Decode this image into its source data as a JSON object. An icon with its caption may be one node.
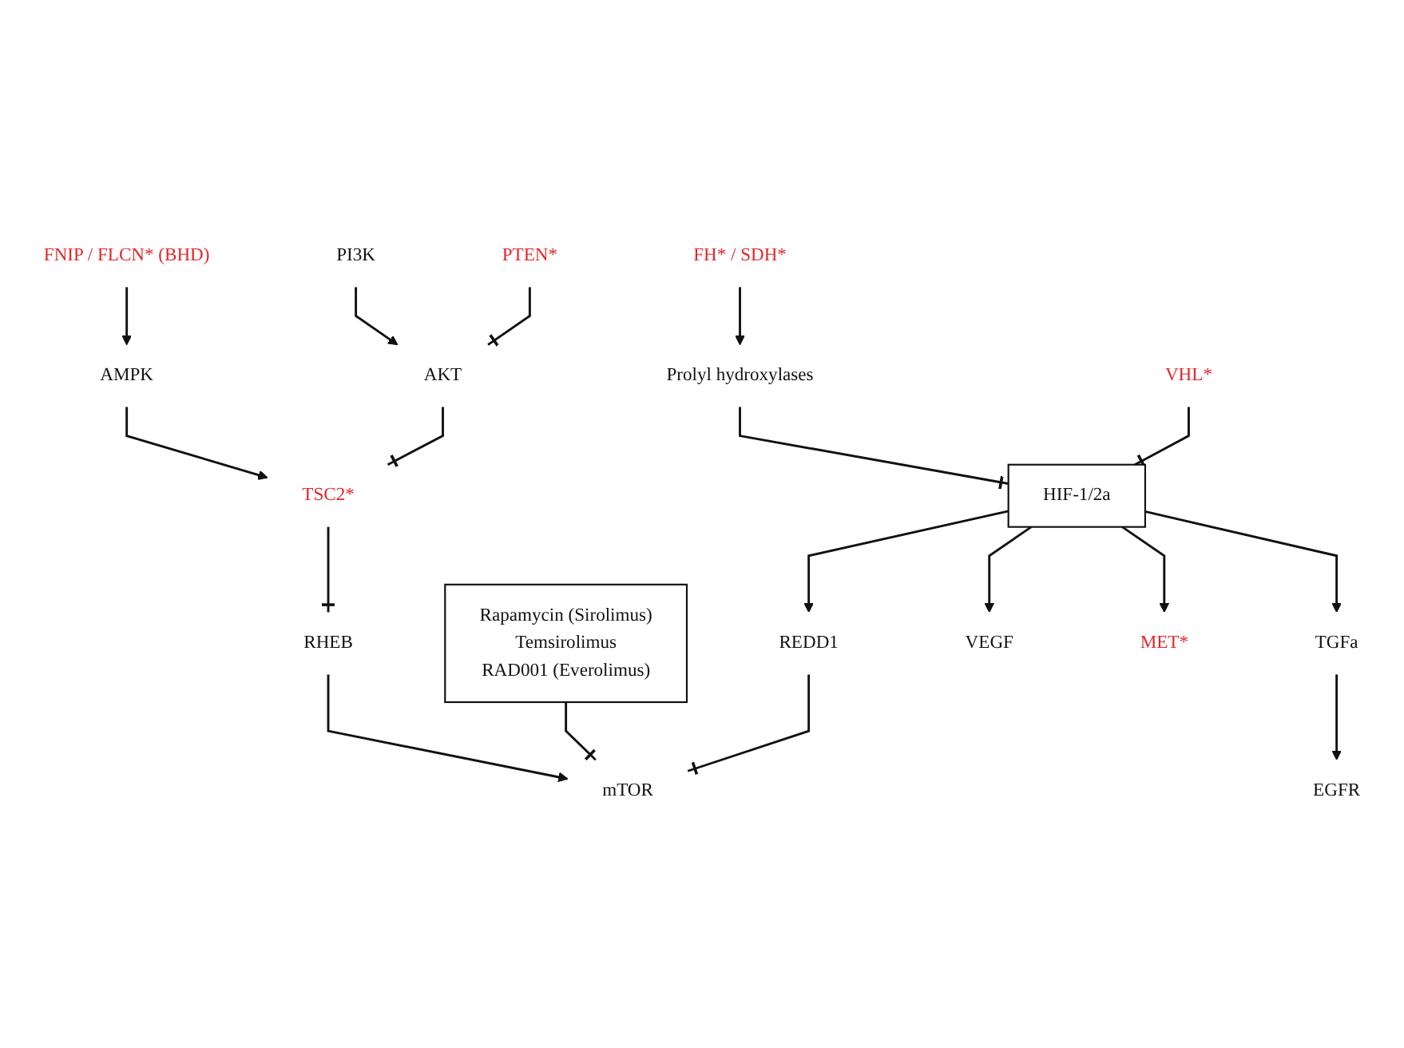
{
  "diagram": {
    "nodes": [
      {
        "text": [
          "FNIP / FLCN* (BHD)"
        ]
      },
      {
        "text": [
          "AMPK"
        ]
      },
      {
        "text": [
          "PI3K"
        ]
      },
      {
        "text": [
          "AKT"
        ]
      },
      {
        "text": [
          "TSC2*"
        ]
      },
      {
        "text": [
          "RHEB"
        ]
      },
      {
        "text": [
          "mTOR"
        ]
      },
      {
        "text": [
          "Rapamycin (Sirolimus)",
          "Temsirolimus",
          "RAD001 (Everolimus)"
        ]
      },
      {
        "text": [
          "PTEN*"
        ]
      },
      {
        "text": [
          "FH* / SDH*"
        ]
      },
      {
        "text": [
          "Prolyl hydroxylases"
        ]
      },
      {
        "text": [
          "REDD1"
        ]
      },
      {
        "text": [
          "VHL*"
        ]
      },
      {
        "text": [
          "HIF-1/2a"
        ]
      },
      {
        "text": [
          "VEGF"
        ]
      },
      {
        "text": [
          "MET*"
        ]
      },
      {
        "text": [
          "TGFa"
        ]
      },
      {
        "text": [
          "EGFR"
        ]
      }
    ],
    "edges": [
      {
        "from": 0,
        "to": 1,
        "arrow": "to"
      },
      {
        "from": 1,
        "to": 4,
        "arrow": "to"
      },
      {
        "from": 2,
        "to": 3,
        "arrow": "to"
      },
      {
        "from": 3,
        "to": 4,
        "arrow": "other"
      },
      {
        "from": 4,
        "to": 5,
        "arrow": "other"
      },
      {
        "from": 5,
        "to": 6,
        "arrow": "to"
      },
      {
        "from": 7,
        "to": 6,
        "arrow": "other"
      },
      {
        "from": 8,
        "to": 3,
        "arrow": "other"
      },
      {
        "from": 9,
        "to": 10,
        "arrow": "to"
      },
      {
        "from": 10,
        "to": 13,
        "arrow": "other"
      },
      {
        "from": 13,
        "to": 11,
        "arrow": "to"
      },
      {
        "from": 11,
        "to": 6,
        "arrow": "other"
      },
      {
        "from": 12,
        "to": 13,
        "arrow": "other"
      },
      {
        "from": 13,
        "to": 14,
        "arrow": "to"
      },
      {
        "from": 13,
        "to": 15,
        "arrow": "to"
      },
      {
        "from": 13,
        "to": 16,
        "arrow": "to"
      },
      {
        "from": 16,
        "to": 17,
        "arrow": "to"
      }
    ]
  }
}
